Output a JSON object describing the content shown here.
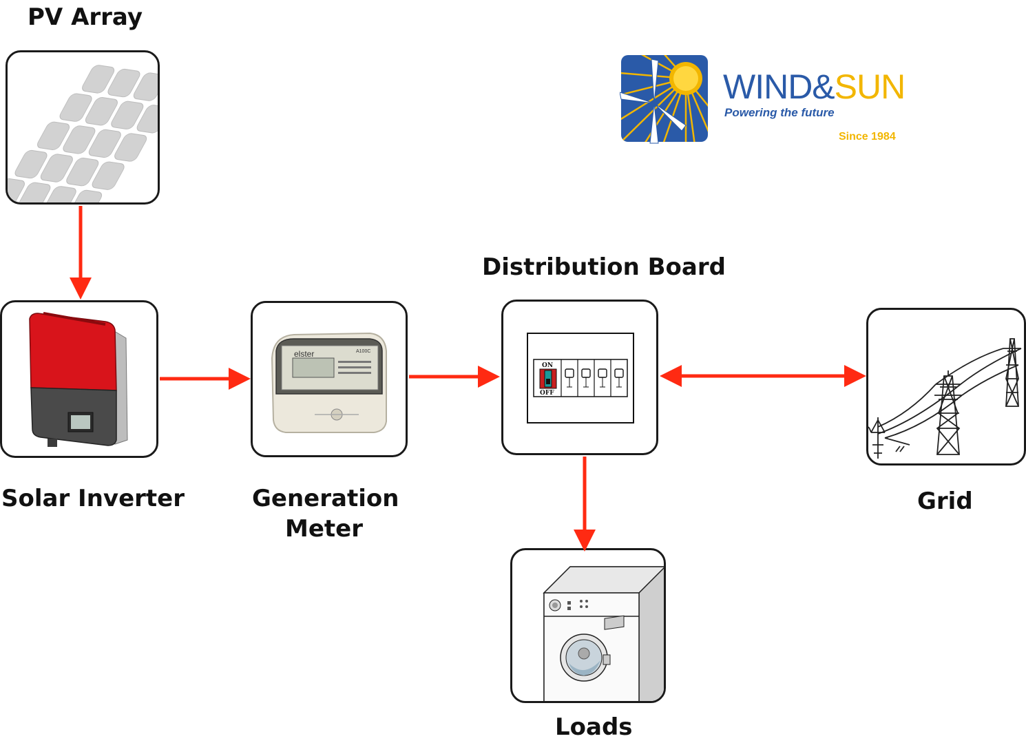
{
  "nodes": {
    "pv_array": "PV Array",
    "solar_inverter": "Solar Inverter",
    "generation_meter_line1": "Generation",
    "generation_meter_line2": "Meter",
    "distribution_board": "Distribution Board",
    "grid": "Grid",
    "loads": "Loads"
  },
  "logo": {
    "brand_wind": "WIND&",
    "brand_sun": "SUN",
    "tagline": "Powering the future",
    "since": "Since 1984"
  },
  "meter_device": {
    "brand": "elster",
    "model": "A100C"
  },
  "switch_labels": {
    "on": "ON",
    "off": "OFF"
  },
  "colors": {
    "arrow": "#ff2a12",
    "border": "#1a1a1a",
    "logo_blue": "#2a5aa8",
    "logo_yellow": "#f2b600"
  },
  "icons": [
    "solar-panel-icon",
    "inverter-icon",
    "meter-icon",
    "breaker-panel-icon",
    "pylon-icon",
    "washing-machine-icon",
    "wind-sun-logo-icon"
  ]
}
